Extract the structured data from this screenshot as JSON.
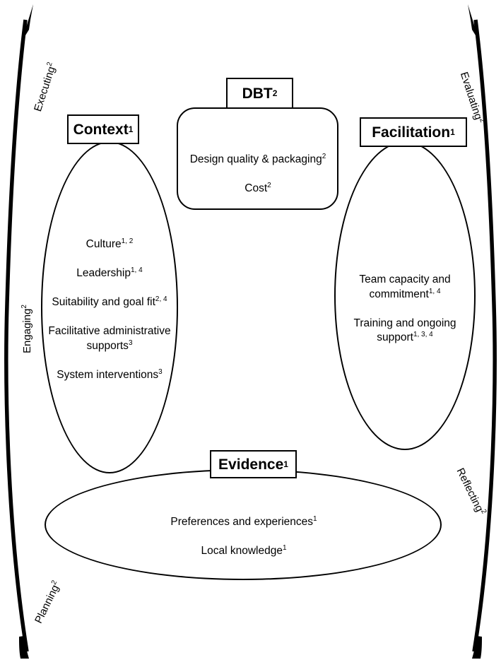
{
  "diagram": {
    "title": "Implementation framework: Context, DBT, Facilitation, Evidence",
    "nodes": {
      "context": {
        "label": "Context",
        "label_sup": "1",
        "items": [
          {
            "text": "Culture",
            "sup": "1, 2"
          },
          {
            "text": "Leadership",
            "sup": "1, 4"
          },
          {
            "text": "Suitability and goal fit",
            "sup": "2, 4"
          },
          {
            "text": "Facilitative administrative supports",
            "sup": "3"
          },
          {
            "text": "System interventions",
            "sup": "3"
          }
        ],
        "body": "Culture1, 2\nLeadership1, 4\nSuitability and goal fit2, 4\nFacilitative administrative supports3\nSystem interventions3"
      },
      "dbt": {
        "label": "DBT",
        "label_sup": "2",
        "items": [
          {
            "text": "Design quality & packaging",
            "sup": "2"
          },
          {
            "text": "Cost",
            "sup": "2"
          }
        ],
        "body": "Design quality & packaging2\nCost2"
      },
      "facilitation": {
        "label": "Facilitation",
        "label_sup": "1",
        "items": [
          {
            "text": "Team capacity and commitment",
            "sup": "1, 4"
          },
          {
            "text": "Training and ongoing support",
            "sup": "1, 3, 4"
          }
        ],
        "body": "Team capacity and commitment1, 4\nTraining and ongoing support1, 3, 4"
      },
      "evidence": {
        "label": "Evidence",
        "label_sup": "1",
        "items": [
          {
            "text": "Preferences and experiences",
            "sup": "1"
          },
          {
            "text": "Local knowledge",
            "sup": "1"
          }
        ],
        "body": "Preferences and experiences1\nLocal knowledge1"
      }
    },
    "cycle_labels": [
      {
        "id": "executing",
        "text": "Executing",
        "sup": "2",
        "side": "left"
      },
      {
        "id": "engaging",
        "text": "Engaging",
        "sup": "2",
        "side": "left"
      },
      {
        "id": "planning",
        "text": "Planning",
        "sup": "2",
        "side": "left"
      },
      {
        "id": "evaluating",
        "text": "Evaluating",
        "sup": "2",
        "side": "right"
      },
      {
        "id": "reflecting",
        "text": "Reflecting",
        "sup": "2",
        "side": "right"
      }
    ],
    "colors": {
      "stroke": "#000000",
      "fill": "#ffffff",
      "text": "#000000"
    }
  }
}
